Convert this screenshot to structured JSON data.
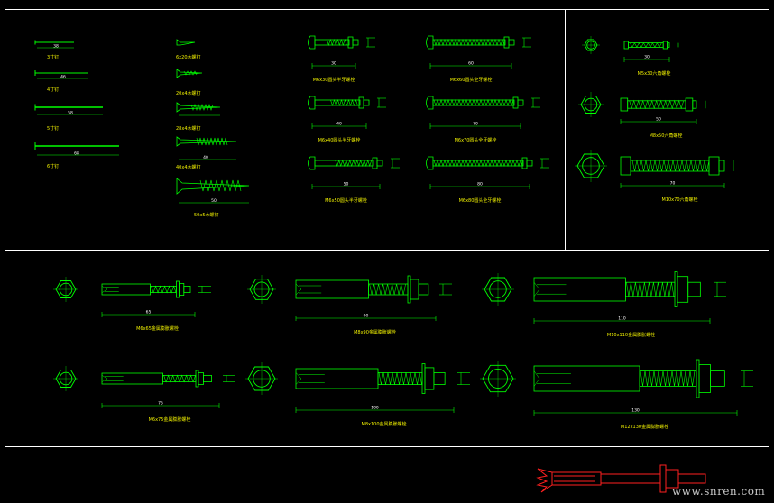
{
  "colors": {
    "frame": "#ffffff",
    "outline": "#00ff00",
    "dimension": "#00ff00",
    "label": "#f0f000",
    "dimtext": "#ffffff",
    "highlight": "#ff2020",
    "background": "#000000"
  },
  "nails": {
    "items": [
      {
        "dim": "38",
        "label": "3寸钉"
      },
      {
        "dim": "46",
        "label": "4寸钉"
      },
      {
        "dim": "58",
        "label": "5寸钉"
      },
      {
        "dim": "68",
        "label": "6寸钉"
      }
    ]
  },
  "screws": {
    "items": [
      {
        "dim": "",
        "label": "6x20木螺钉"
      },
      {
        "dim": "",
        "label": "20x4木螺钉"
      },
      {
        "dim": "",
        "label": "28x4木螺钉"
      },
      {
        "dim": "40",
        "label": "40x4木螺钉"
      },
      {
        "dim": "50",
        "label": "50x5木螺钉"
      }
    ]
  },
  "bolts_col1": {
    "items": [
      {
        "dim": "30",
        "label": "M6x30圆头半牙螺栓"
      },
      {
        "dim": "40",
        "label": "M6x40圆头半牙螺栓"
      },
      {
        "dim": "50",
        "label": "M6x50圆头半牙螺栓"
      }
    ]
  },
  "bolts_col2": {
    "items": [
      {
        "dim": "60",
        "label": "M6x60圆头全牙螺栓"
      },
      {
        "dim": "70",
        "label": "M6x70圆头全牙螺栓"
      },
      {
        "dim": "80",
        "label": "M6x80圆头全牙螺栓"
      }
    ]
  },
  "hex_bolts": {
    "items": [
      {
        "dim": "30",
        "label": "M5x30六角螺栓"
      },
      {
        "dim": "50",
        "label": "M8x50六角螺栓"
      },
      {
        "dim": "70",
        "label": "M10x70六角螺栓"
      }
    ]
  },
  "anchors": {
    "items": [
      {
        "dim": "65",
        "label": "M6x65金属膨胀螺栓"
      },
      {
        "dim": "90",
        "label": "M8x90金属膨胀螺栓"
      },
      {
        "dim": "110",
        "label": "M10x110金属膨胀螺栓"
      },
      {
        "dim": "75",
        "label": "M6x75金属膨胀螺栓"
      },
      {
        "dim": "100",
        "label": "M8x100金属膨胀螺栓"
      },
      {
        "dim": "130",
        "label": "M12x130金属膨胀螺栓"
      }
    ]
  },
  "watermark": "www.snren.com"
}
